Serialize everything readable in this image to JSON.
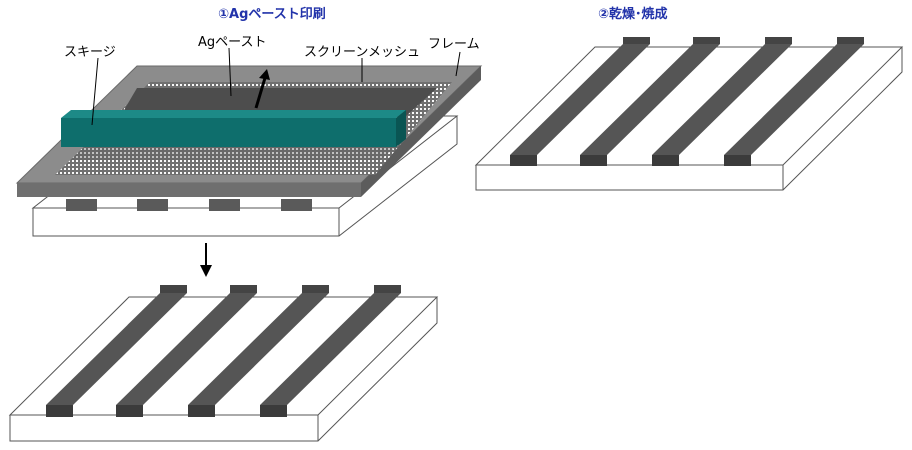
{
  "titles": {
    "step1": "①Agペースト印刷",
    "step2": "②乾燥･焼成"
  },
  "labels": {
    "squeegee": "スキージ",
    "ag_paste": "Agペースト",
    "screen_mesh": "スクリーンメッシュ",
    "frame": "フレーム"
  },
  "colors": {
    "title": "#2233aa",
    "squeegee": "#0e6e6c",
    "frame": "#8c8c8c",
    "electrode": "#4a4a4a",
    "paste": "#4d4d4d"
  },
  "line_counts": {
    "printed_lines": 4
  }
}
